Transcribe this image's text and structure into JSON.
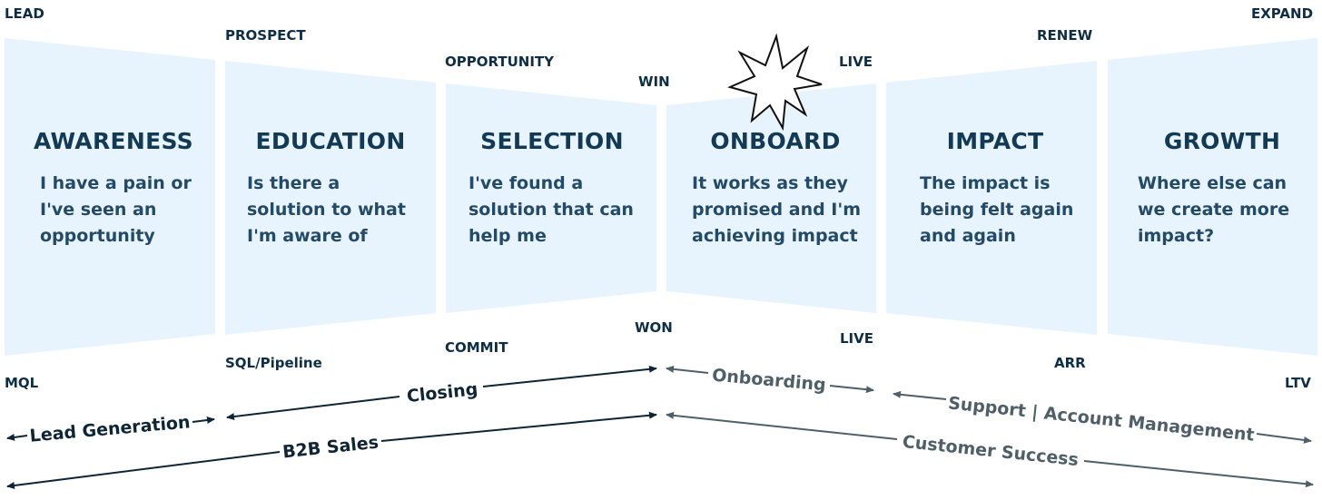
{
  "stages": [
    {
      "title": "AWARENESS",
      "text": [
        "I have a pain or",
        "I've seen an",
        "opportunity"
      ]
    },
    {
      "title": "EDUCATION",
      "text": [
        "Is there a",
        "solution to what",
        "I'm aware of"
      ]
    },
    {
      "title": "SELECTION",
      "text": [
        "I've found a",
        "solution that can",
        "help me"
      ]
    },
    {
      "title": "ONBOARD",
      "text": [
        "It works as they",
        "promised and I'm",
        "achieving impact"
      ]
    },
    {
      "title": "IMPACT",
      "text": [
        "The impact is",
        "being felt again",
        "and again"
      ]
    },
    {
      "title": "GROWTH",
      "text": [
        "Where else can",
        "we create more",
        "impact?"
      ]
    }
  ],
  "top_labels": [
    "LEAD",
    "PROSPECT",
    "OPPORTUNITY",
    "WIN",
    "LIVE",
    "RENEW",
    "EXPAND"
  ],
  "bottom_labels": [
    "MQL",
    "SQL/Pipeline",
    "COMMIT",
    "WON",
    "LIVE",
    "ARR",
    "LTV"
  ],
  "flows": {
    "lead_generation": "Lead Generation",
    "closing": "Closing",
    "onboarding": "Onboarding",
    "support": "Support | Account Management",
    "b2b_sales": "B2B Sales",
    "customer_success": "Customer Success"
  },
  "colors": {
    "panel": "#e8f4fd",
    "dark": "#0d2535",
    "grey": "#4f5f69"
  }
}
